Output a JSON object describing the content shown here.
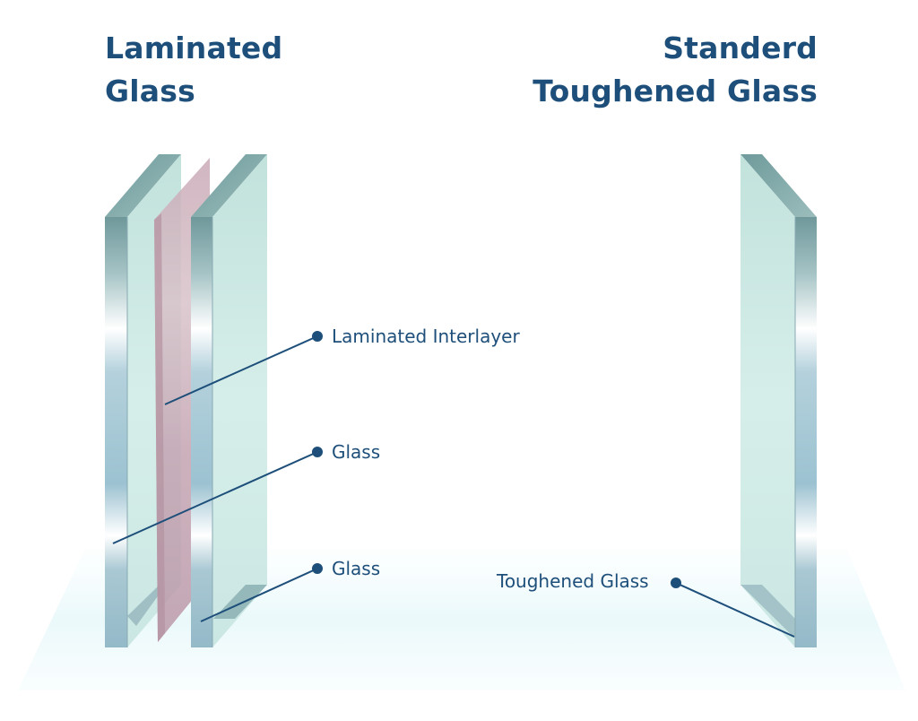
{
  "titles": {
    "left": [
      "Laminated",
      "Glass"
    ],
    "right": [
      "Standerd",
      "Toughened Glass"
    ]
  },
  "labels": {
    "interlayer": "Laminated Interlayer",
    "glass_1": "Glass",
    "glass_2": "Glass",
    "toughened": "Toughened Glass"
  },
  "colors": {
    "text": "#1d4f7a",
    "glass_face": "#cfe9e6",
    "glass_edge": "#8ab3c2",
    "interlayer": "#c7a8b5",
    "floor": "#eefbfc"
  }
}
